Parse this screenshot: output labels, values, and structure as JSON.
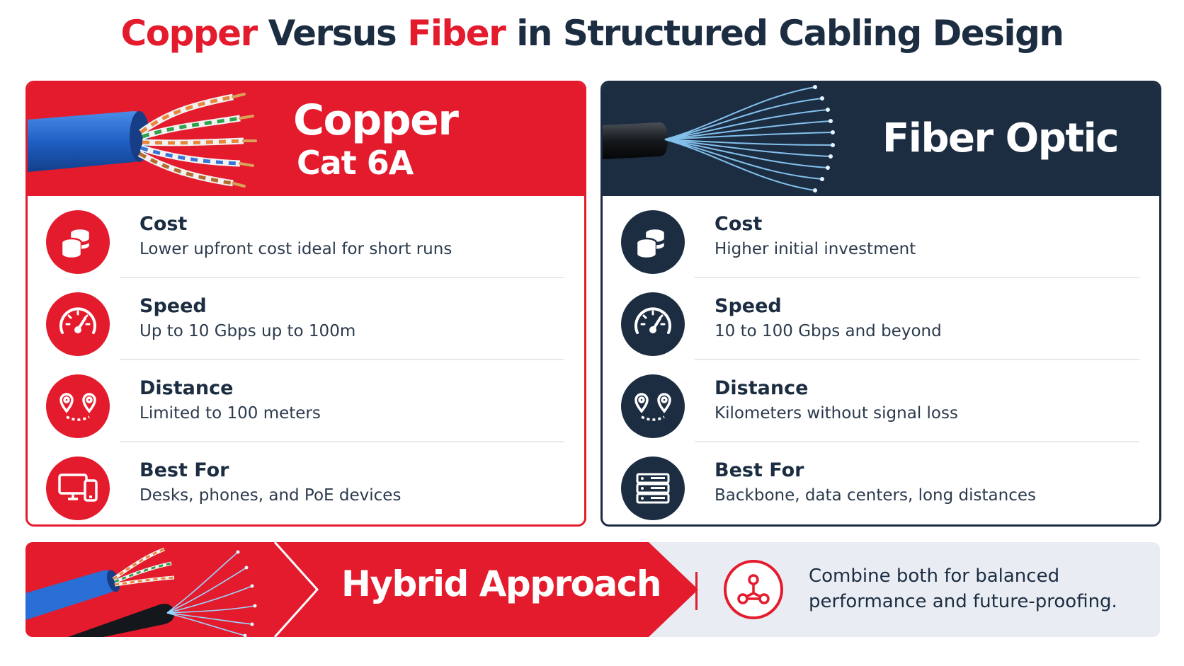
{
  "title": {
    "part1": "Copper",
    "part2": " Versus ",
    "part3": "Fiber",
    "part4": " in Structured Cabling Design"
  },
  "copper": {
    "title_line1": "Copper",
    "title_line2": "Cat 6A",
    "rows": [
      {
        "label": "Cost",
        "desc": "Lower upfront cost ideal for short runs",
        "icon": "coins-icon"
      },
      {
        "label": "Speed",
        "desc": "Up to 10 Gbps up to 100m",
        "icon": "speedometer-icon"
      },
      {
        "label": "Distance",
        "desc": "Limited to 100 meters",
        "icon": "location-pins-icon"
      },
      {
        "label": "Best For",
        "desc": "Desks, phones, and PoE devices",
        "icon": "devices-icon"
      }
    ]
  },
  "fiber": {
    "title": "Fiber Optic",
    "rows": [
      {
        "label": "Cost",
        "desc": "Higher initial investment",
        "icon": "coins-icon"
      },
      {
        "label": "Speed",
        "desc": "10 to 100 Gbps and beyond",
        "icon": "speedometer-icon"
      },
      {
        "label": "Distance",
        "desc": "Kilometers without signal loss",
        "icon": "location-pins-icon"
      },
      {
        "label": "Best For",
        "desc": "Backbone, data centers, long distances",
        "icon": "server-rack-icon"
      }
    ]
  },
  "hybrid": {
    "title": "Hybrid Approach",
    "line1": "Combine both for balanced",
    "line2": "performance and future-proofing.",
    "icon": "network-nodes-icon"
  },
  "colors": {
    "red": "#e31b2d",
    "navy": "#1c2d42",
    "light_gray": "#e9edf3"
  }
}
